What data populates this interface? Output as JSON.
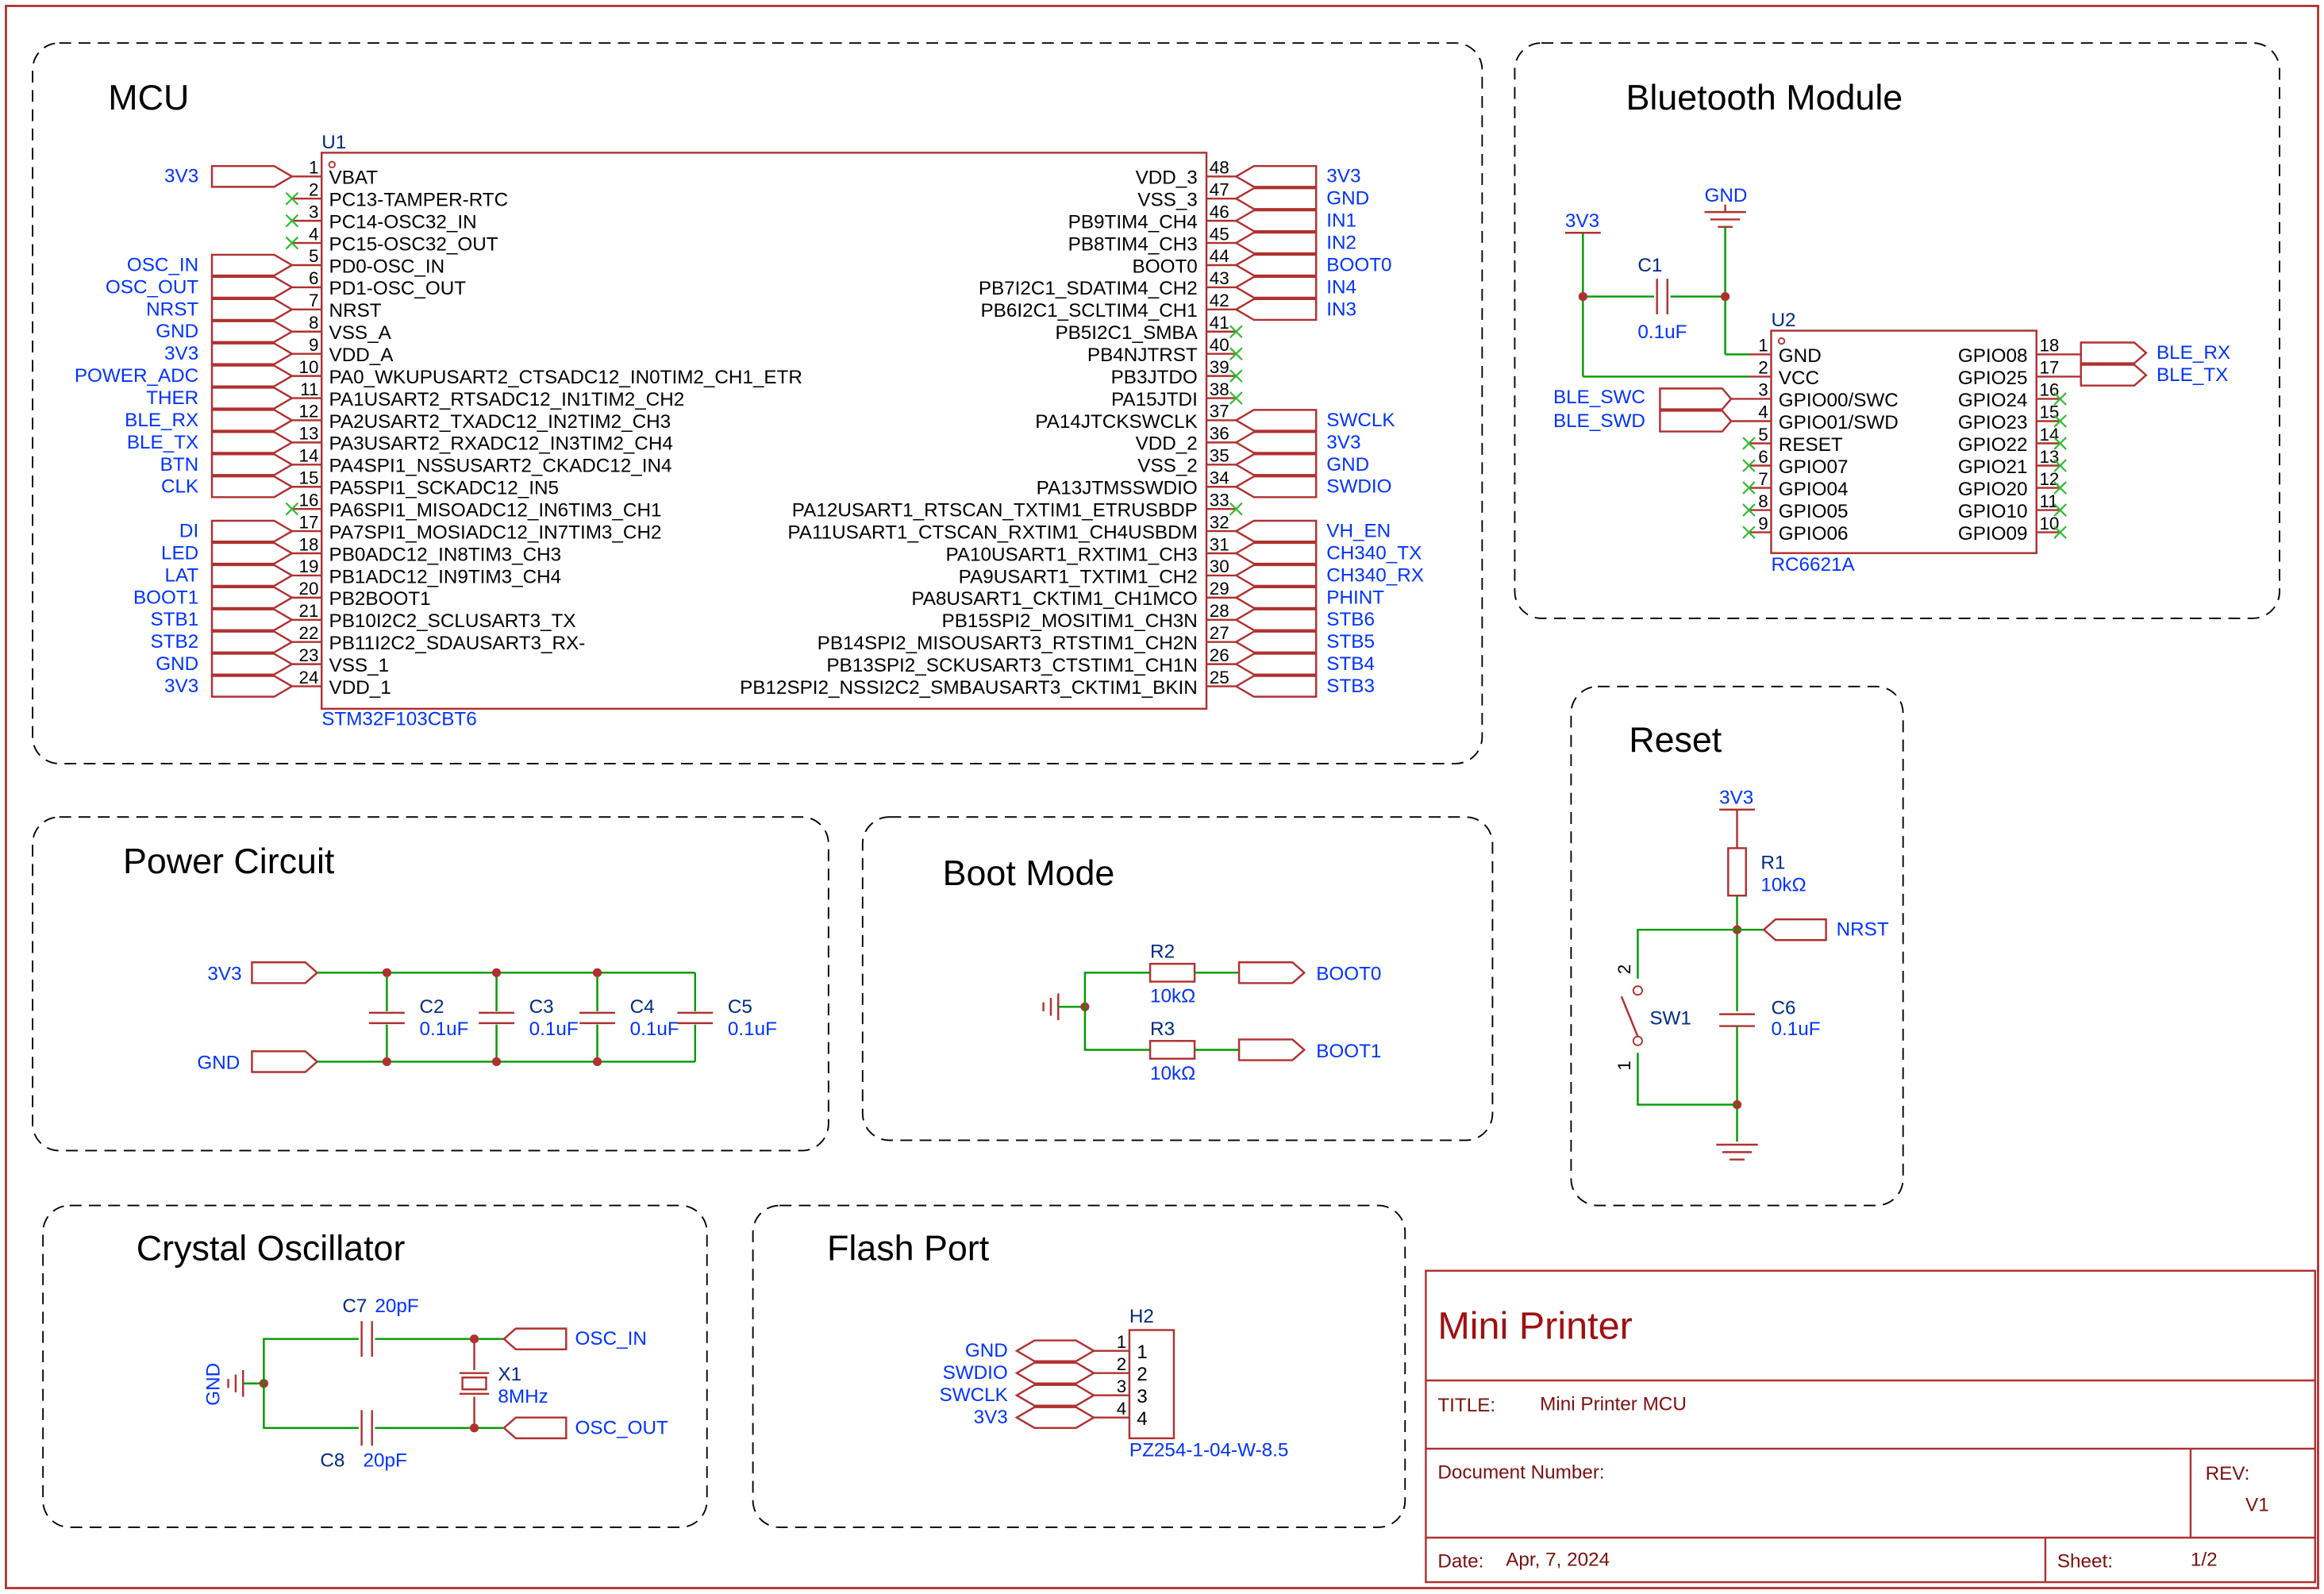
{
  "sections": {
    "mcu": "MCU",
    "bluetooth": "Bluetooth Module",
    "power": "Power Circuit",
    "boot": "Boot Mode",
    "reset": "Reset",
    "crystal": "Crystal Oscillator",
    "flash": "Flash Port"
  },
  "u1": {
    "ref": "U1",
    "part": "STM32F103CBT6",
    "left": [
      {
        "num": "1",
        "name": "VBAT",
        "net": "3V3"
      },
      {
        "num": "2",
        "name": "PC13-TAMPER-RTC",
        "net": ""
      },
      {
        "num": "3",
        "name": "PC14-OSC32_IN",
        "net": ""
      },
      {
        "num": "4",
        "name": "PC15-OSC32_OUT",
        "net": ""
      },
      {
        "num": "5",
        "name": "PD0-OSC_IN",
        "net": "OSC_IN"
      },
      {
        "num": "6",
        "name": "PD1-OSC_OUT",
        "net": "OSC_OUT"
      },
      {
        "num": "7",
        "name": "NRST",
        "net": "NRST"
      },
      {
        "num": "8",
        "name": "VSS_A",
        "net": "GND"
      },
      {
        "num": "9",
        "name": "VDD_A",
        "net": "3V3"
      },
      {
        "num": "10",
        "name": "PA0_WKUPUSART2_CTSADC12_IN0TIM2_CH1_ETR",
        "net": "POWER_ADC"
      },
      {
        "num": "11",
        "name": "PA1USART2_RTSADC12_IN1TIM2_CH2",
        "net": "THER"
      },
      {
        "num": "12",
        "name": "PA2USART2_TXADC12_IN2TIM2_CH3",
        "net": "BLE_RX"
      },
      {
        "num": "13",
        "name": "PA3USART2_RXADC12_IN3TIM2_CH4",
        "net": "BLE_TX"
      },
      {
        "num": "14",
        "name": "PA4SPI1_NSSUSART2_CKADC12_IN4",
        "net": "BTN"
      },
      {
        "num": "15",
        "name": "PA5SPI1_SCKADC12_IN5",
        "net": "CLK"
      },
      {
        "num": "16",
        "name": "PA6SPI1_MISOADC12_IN6TIM3_CH1",
        "net": ""
      },
      {
        "num": "17",
        "name": "PA7SPI1_MOSIADC12_IN7TIM3_CH2",
        "net": "DI"
      },
      {
        "num": "18",
        "name": "PB0ADC12_IN8TIM3_CH3",
        "net": "LED"
      },
      {
        "num": "19",
        "name": "PB1ADC12_IN9TIM3_CH4",
        "net": "LAT"
      },
      {
        "num": "20",
        "name": "PB2BOOT1",
        "net": "BOOT1"
      },
      {
        "num": "21",
        "name": "PB10I2C2_SCLUSART3_TX",
        "net": "STB1"
      },
      {
        "num": "22",
        "name": "PB11I2C2_SDAUSART3_RX-",
        "net": "STB2"
      },
      {
        "num": "23",
        "name": "VSS_1",
        "net": "GND"
      },
      {
        "num": "24",
        "name": "VDD_1",
        "net": "3V3"
      }
    ],
    "right": [
      {
        "num": "48",
        "name": "VDD_3",
        "net": "3V3"
      },
      {
        "num": "47",
        "name": "VSS_3",
        "net": "GND"
      },
      {
        "num": "46",
        "name": "PB9TIM4_CH4",
        "net": "IN1"
      },
      {
        "num": "45",
        "name": "PB8TIM4_CH3",
        "net": "IN2"
      },
      {
        "num": "44",
        "name": "BOOT0",
        "net": "BOOT0"
      },
      {
        "num": "43",
        "name": "PB7I2C1_SDATIM4_CH2",
        "net": "IN4"
      },
      {
        "num": "42",
        "name": "PB6I2C1_SCLTIM4_CH1",
        "net": "IN3"
      },
      {
        "num": "41",
        "name": "PB5I2C1_SMBA",
        "net": ""
      },
      {
        "num": "40",
        "name": "PB4NJTRST",
        "net": ""
      },
      {
        "num": "39",
        "name": "PB3JTDO",
        "net": ""
      },
      {
        "num": "38",
        "name": "PA15JTDI",
        "net": ""
      },
      {
        "num": "37",
        "name": "PA14JTCKSWCLK",
        "net": "SWCLK"
      },
      {
        "num": "36",
        "name": "VDD_2",
        "net": "3V3"
      },
      {
        "num": "35",
        "name": "VSS_2",
        "net": "GND"
      },
      {
        "num": "34",
        "name": "PA13JTMSSWDIO",
        "net": "SWDIO"
      },
      {
        "num": "33",
        "name": "PA12USART1_RTSCAN_TXTIM1_ETRUSBDP",
        "net": ""
      },
      {
        "num": "32",
        "name": "PA11USART1_CTSCAN_RXTIM1_CH4USBDM",
        "net": "VH_EN"
      },
      {
        "num": "31",
        "name": "PA10USART1_RXTIM1_CH3",
        "net": "CH340_TX"
      },
      {
        "num": "30",
        "name": "PA9USART1_TXTIM1_CH2",
        "net": "CH340_RX"
      },
      {
        "num": "29",
        "name": "PA8USART1_CKTIM1_CH1MCO",
        "net": "PHINT"
      },
      {
        "num": "28",
        "name": "PB15SPI2_MOSITIM1_CH3N",
        "net": "STB6"
      },
      {
        "num": "27",
        "name": "PB14SPI2_MISOUSART3_RTSTIM1_CH2N",
        "net": "STB5"
      },
      {
        "num": "26",
        "name": "PB13SPI2_SCKUSART3_CTSTIM1_CH1N",
        "net": "STB4"
      },
      {
        "num": "25",
        "name": "PB12SPI2_NSSI2C2_SMBAUSART3_CKTIM1_BKIN",
        "net": "STB3"
      }
    ]
  },
  "u2": {
    "ref": "U2",
    "part": "RC6621A",
    "left": [
      {
        "num": "1",
        "name": "GND"
      },
      {
        "num": "2",
        "name": "VCC"
      },
      {
        "num": "3",
        "name": "GPIO00/SWC"
      },
      {
        "num": "4",
        "name": "GPIO01/SWD"
      },
      {
        "num": "5",
        "name": "RESET"
      },
      {
        "num": "6",
        "name": "GPIO07"
      },
      {
        "num": "7",
        "name": "GPIO04"
      },
      {
        "num": "8",
        "name": "GPIO05"
      },
      {
        "num": "9",
        "name": "GPIO06"
      }
    ],
    "right": [
      {
        "num": "18",
        "name": "GPIO08"
      },
      {
        "num": "17",
        "name": "GPIO25"
      },
      {
        "num": "16",
        "name": "GPIO24"
      },
      {
        "num": "15",
        "name": "GPIO23"
      },
      {
        "num": "14",
        "name": "GPIO22"
      },
      {
        "num": "13",
        "name": "GPIO21"
      },
      {
        "num": "12",
        "name": "GPIO20"
      },
      {
        "num": "11",
        "name": "GPIO10"
      },
      {
        "num": "10",
        "name": "GPIO09"
      }
    ],
    "nets": {
      "ble_rx": "BLE_RX",
      "ble_tx": "BLE_TX",
      "ble_swc": "BLE_SWC",
      "ble_swd": "BLE_SWD",
      "v33": "3V3",
      "gnd": "GND"
    },
    "c1": {
      "ref": "C1",
      "value": "0.1uF"
    }
  },
  "power": {
    "net_3v3": "3V3",
    "net_gnd": "GND",
    "caps": [
      {
        "ref": "C2",
        "value": "0.1uF"
      },
      {
        "ref": "C3",
        "value": "0.1uF"
      },
      {
        "ref": "C4",
        "value": "0.1uF"
      },
      {
        "ref": "C5",
        "value": "0.1uF"
      }
    ]
  },
  "boot": {
    "r2": {
      "ref": "R2",
      "value": "10kΩ"
    },
    "r3": {
      "ref": "R3",
      "value": "10kΩ"
    },
    "net_boot0": "BOOT0",
    "net_boot1": "BOOT1"
  },
  "reset": {
    "net_3v3": "3V3",
    "r1": {
      "ref": "R1",
      "value": "10kΩ"
    },
    "net_nrst": "NRST",
    "c6": {
      "ref": "C6",
      "value": "0.1uF"
    },
    "sw": {
      "ref": "SW1",
      "pin_top": "2",
      "pin_bottom": "1"
    }
  },
  "crystal": {
    "c7": {
      "ref": "C7",
      "value": "20pF"
    },
    "c8": {
      "ref": "C8",
      "value": "20pF"
    },
    "x1": {
      "ref": "X1",
      "value": "8MHz"
    },
    "net_in": "OSC_IN",
    "net_out": "OSC_OUT",
    "net_gnd": "GND"
  },
  "flash": {
    "ref": "H2",
    "part": "PZ254-1-04-W-8.5",
    "pins": [
      {
        "num": "1",
        "net": "GND"
      },
      {
        "num": "2",
        "net": "SWDIO"
      },
      {
        "num": "3",
        "net": "SWCLK"
      },
      {
        "num": "4",
        "net": "3V3"
      }
    ]
  },
  "title_block": {
    "project": "Mini Printer",
    "title_label": "TITLE:",
    "title_value": "Mini Printer MCU",
    "docnum_label": "Document Number:",
    "rev_label": "REV:",
    "rev_value": "V1",
    "date_label": "Date:",
    "date_value": "Apr, 7, 2024",
    "sheet_label": "Sheet:",
    "sheet_value": "1/2"
  }
}
